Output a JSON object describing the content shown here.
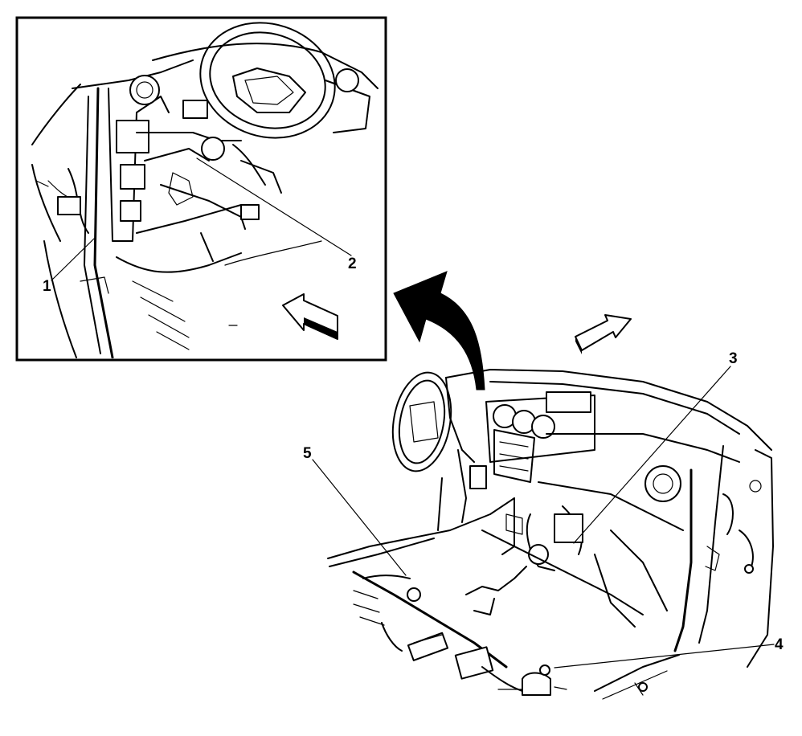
{
  "callouts": [
    {
      "id": "1",
      "label": "1"
    },
    {
      "id": "2",
      "label": "2"
    },
    {
      "id": "3",
      "label": "3"
    },
    {
      "id": "4",
      "label": "4"
    },
    {
      "id": "5",
      "label": "5"
    }
  ],
  "icons": {
    "forward_arrow": "direction-arrow-icon",
    "detail_arrow": "curved-detail-arrow-icon"
  }
}
